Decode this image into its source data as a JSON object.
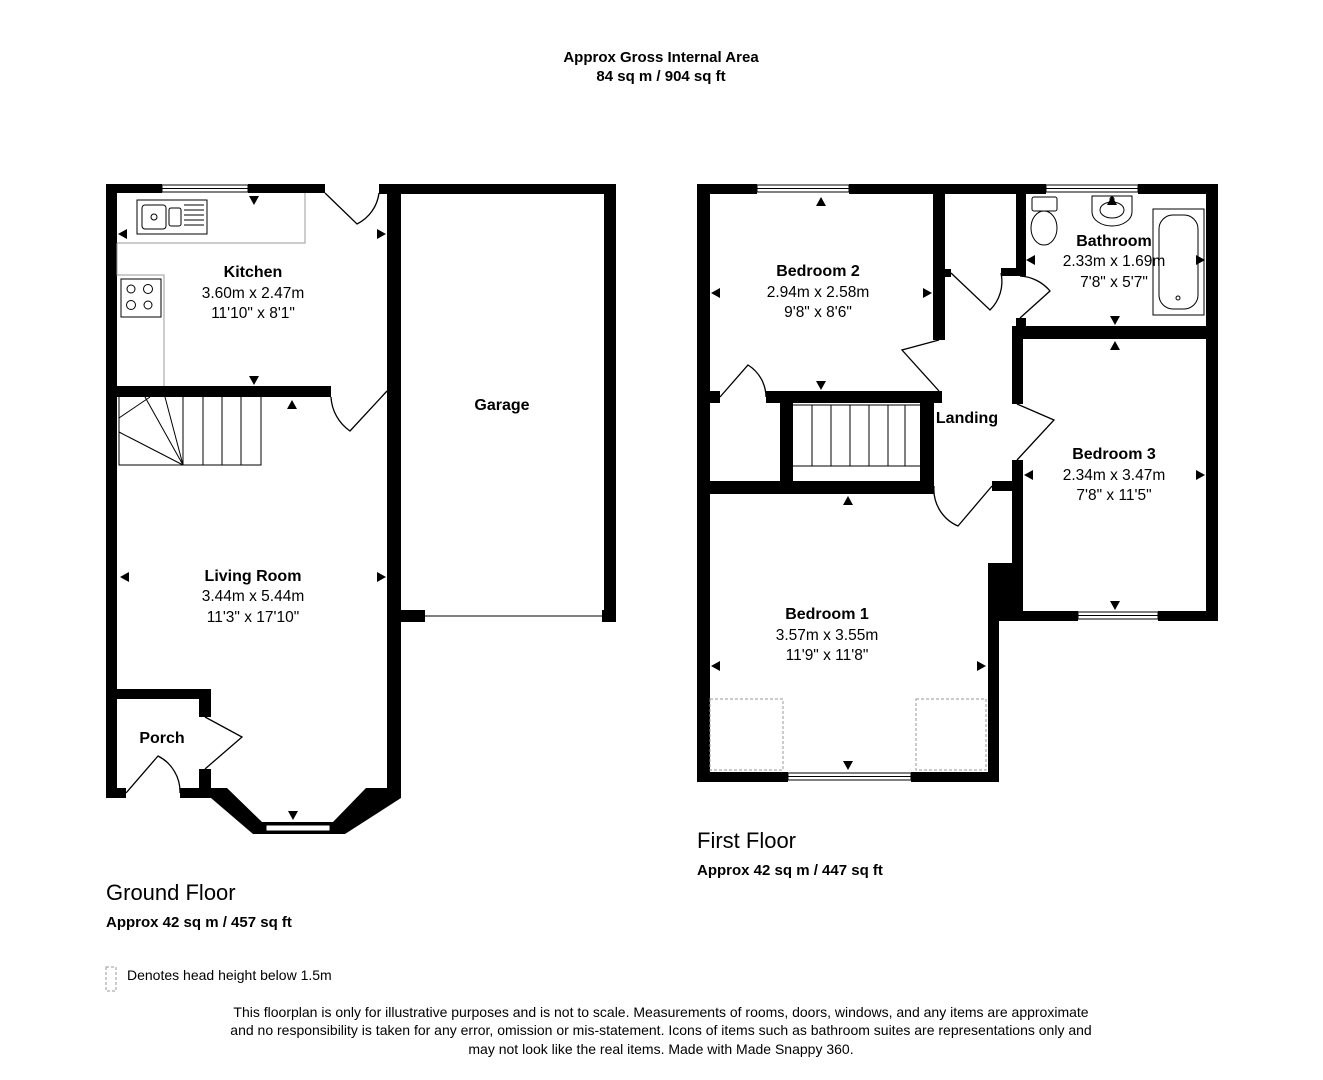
{
  "header": {
    "title": "Approx Gross Internal Area",
    "total_area": "84 sq m / 904 sq ft"
  },
  "ground_floor": {
    "label": "Ground Floor",
    "area": "Approx 42 sq m / 457 sq ft",
    "rooms": {
      "kitchen": {
        "name": "Kitchen",
        "metric": "3.60m x 2.47m",
        "imperial": "11'10\" x 8'1\""
      },
      "living": {
        "name": "Living Room",
        "metric": "3.44m x 5.44m",
        "imperial": "11'3\" x 17'10\""
      },
      "garage": {
        "name": "Garage"
      },
      "porch": {
        "name": "Porch"
      }
    }
  },
  "first_floor": {
    "label": "First Floor",
    "area": "Approx 42 sq m / 447 sq ft",
    "rooms": {
      "bedroom2": {
        "name": "Bedroom 2",
        "metric": "2.94m x 2.58m",
        "imperial": "9'8\" x 8'6\""
      },
      "bathroom": {
        "name": "Bathroom",
        "metric": "2.33m x 1.69m",
        "imperial": "7'8\" x 5'7\""
      },
      "landing": {
        "name": "Landing"
      },
      "bedroom3": {
        "name": "Bedroom 3",
        "metric": "2.34m x 3.47m",
        "imperial": "7'8\" x 11'5\""
      },
      "bedroom1": {
        "name": "Bedroom 1",
        "metric": "3.57m x 3.55m",
        "imperial": "11'9\" x 11'8\""
      }
    }
  },
  "legend": {
    "head_height": "Denotes head height below 1.5m"
  },
  "disclaimer": {
    "line1": "This floorplan is only for illustrative purposes and is not to scale. Measurements of rooms, doors, windows, and any items are approximate",
    "line2": "and no responsibility is taken for any error, omission or mis-statement. Icons of items such as bathroom suites are representations only and",
    "line3": "may not look like the real items. Made with Made Snappy 360."
  }
}
